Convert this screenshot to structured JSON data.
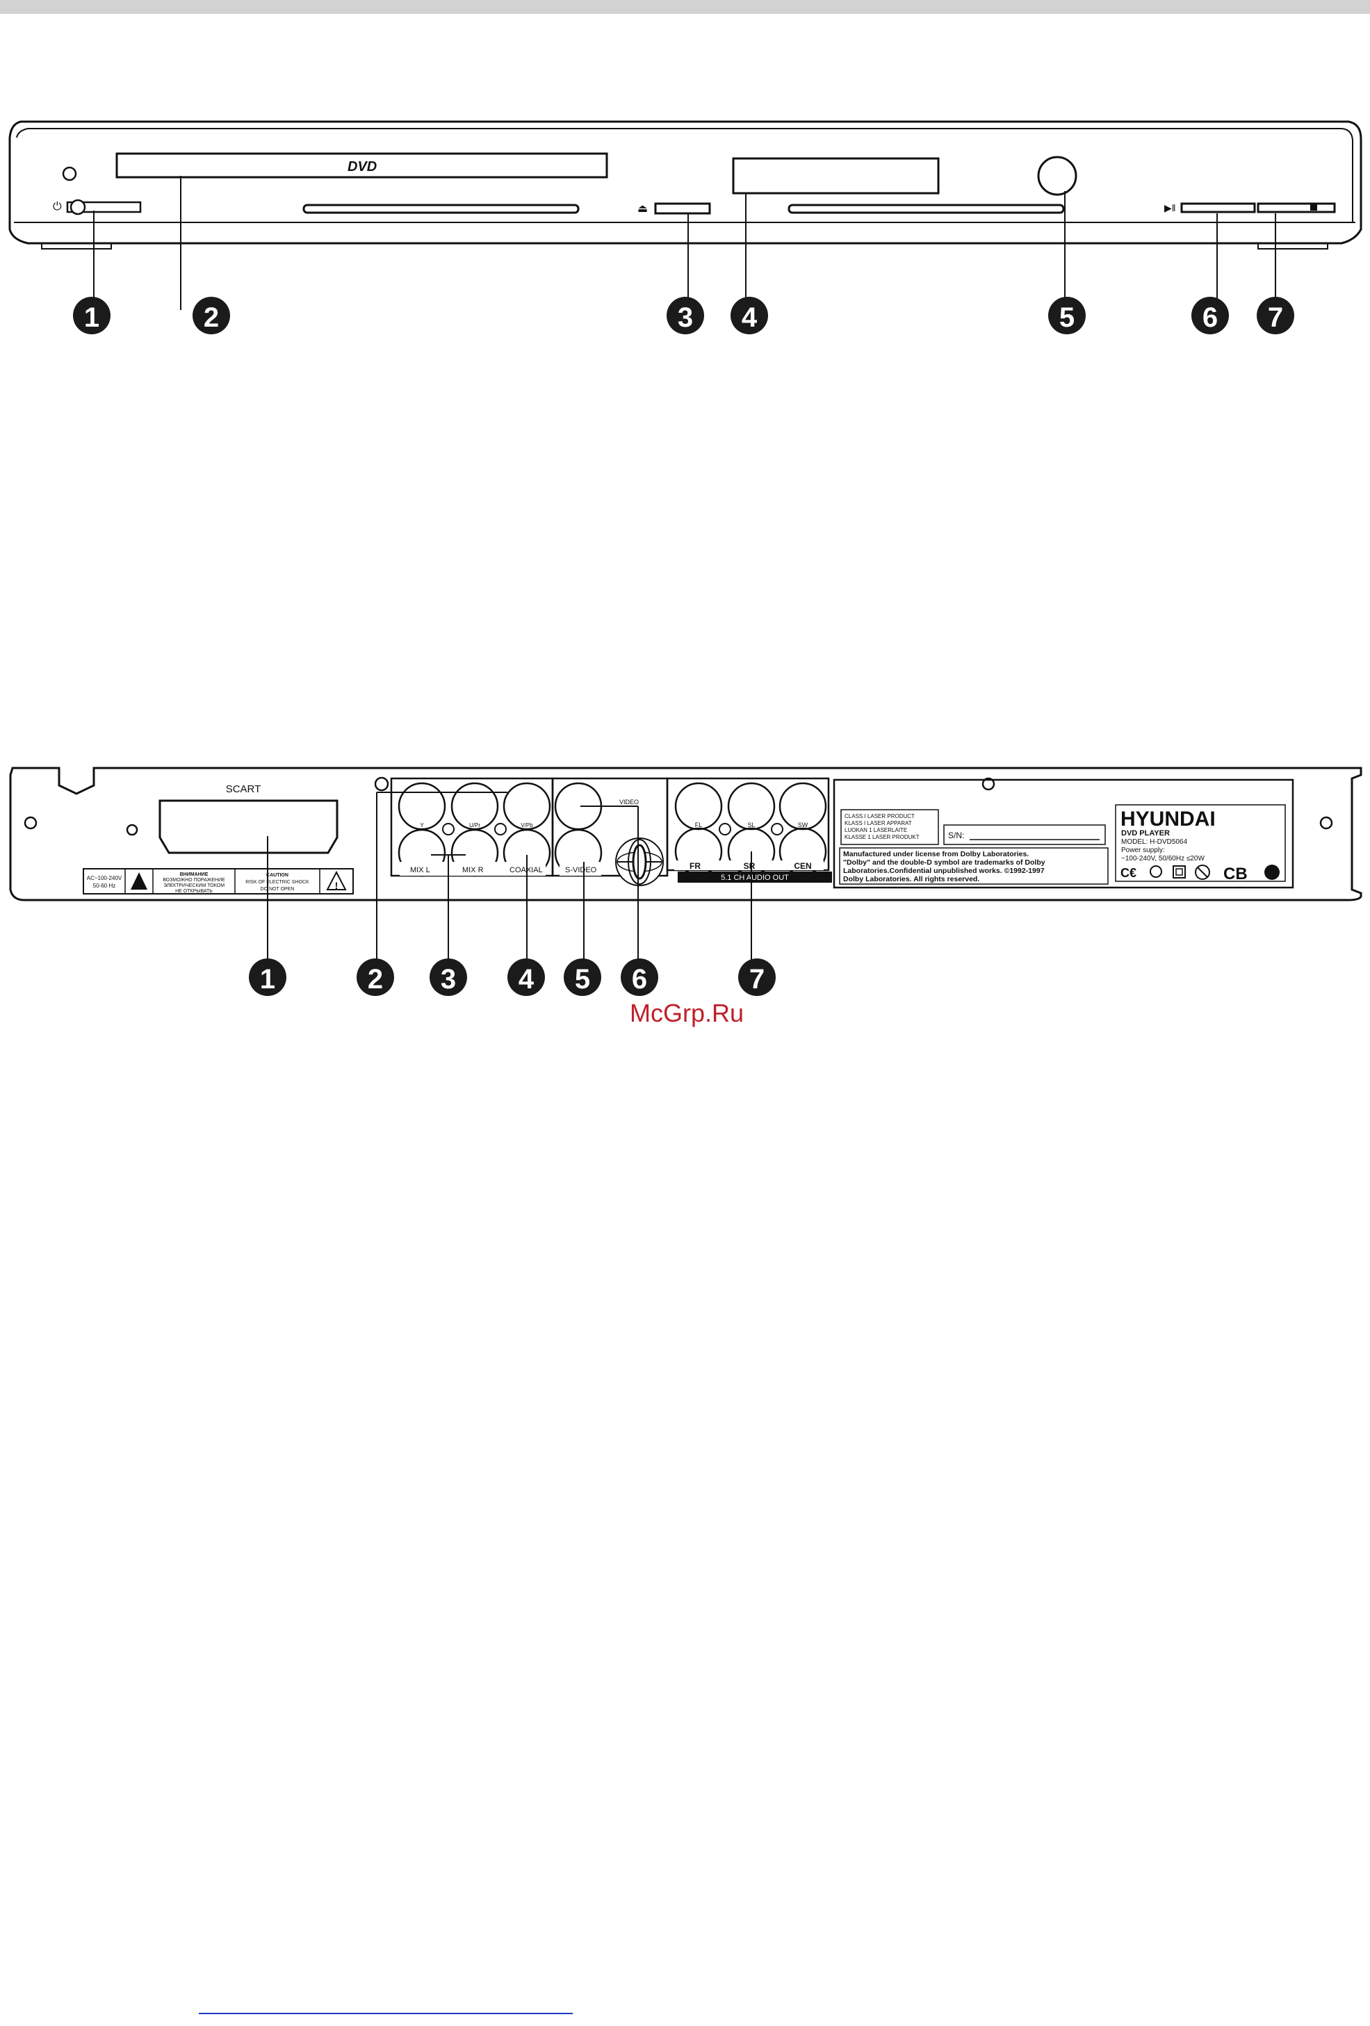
{
  "front_panel": {
    "dvd_logo": "DVD",
    "callouts": [
      "1",
      "2",
      "3",
      "4",
      "5",
      "6",
      "7"
    ]
  },
  "rear_panel": {
    "scart_label": "SCART",
    "power_spec": [
      "AC~100-240V",
      "50-60 Hz"
    ],
    "warning_ru": [
      "ВНИМАНИЕ",
      "ВОЗМОЖНО ПОРАЖЕНИЕ",
      "ЭЛЕКТРИЧЕСКИМ ТОКОМ",
      "НЕ ОТКРЫВАТЬ"
    ],
    "warning_en": [
      "CAUTION",
      "RISK OF ELECTRIC SHOCK",
      "DO NOT OPEN"
    ],
    "component_labels": [
      "Y",
      "U/Pr",
      "V/Pb"
    ],
    "audio_labels": [
      "MIX L",
      "MIX R",
      "COAXIAL"
    ],
    "video_label": "VIDEO",
    "svideo_label": "S-VIDEO",
    "surround_labels": [
      "FL",
      "SL",
      "SW",
      "FR",
      "SR",
      "CEN"
    ],
    "surround_bar": "5.1 CH AUDIO OUT",
    "laser_label": [
      "CLASS I LASER PRODUCT",
      "KLASS I LASER APPARAT",
      "LUOKAN 1 LASERLAITE",
      "KLASSE 1 LASER PRODUKT"
    ],
    "serial_label": "S/N:",
    "dolby_text": [
      "Manufactured under license from Dolby Laboratories.",
      "\"Dolby\" and the double-D symbol are trademarks of Dolby",
      "Laboratories.Confidential unpublished works. ©1992-1997",
      "Dolby Laboratories. All rights reserved."
    ],
    "brand": "HYUNDAI",
    "product": "DVD PLAYER",
    "model": "MODEL: H-DVD5064",
    "power_supply": "Power supply:",
    "power_value": "~100-240V, 50/60Hz ≤20W",
    "cert_cb": "CB",
    "callouts": [
      "1",
      "2",
      "3",
      "4",
      "5",
      "6",
      "7"
    ]
  },
  "watermark": "McGrp.Ru"
}
